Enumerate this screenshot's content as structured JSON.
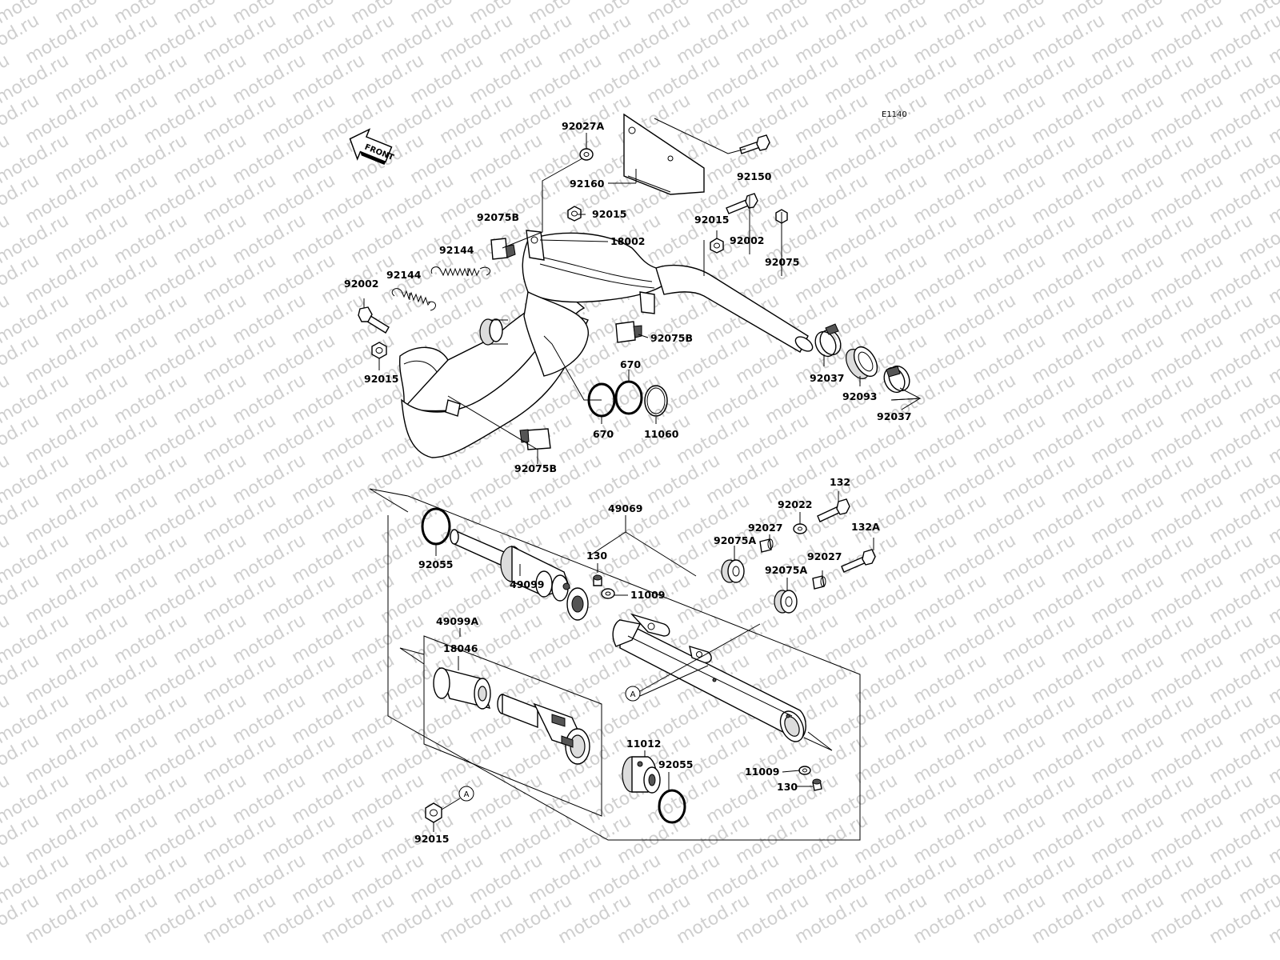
{
  "watermark": "motod.ru",
  "diagram_code": "E1140",
  "front_label": "FRONT",
  "callout_marker": "A",
  "part_labels": {
    "p92027A": "92027A",
    "p92160": "92160",
    "p92150": "92150",
    "p92075B_a": "92075B",
    "p92015_a": "92015",
    "p92144_a": "92144",
    "p92144_b": "92144",
    "p18002": "18002",
    "p92015_b": "92015",
    "p92002_a": "92002",
    "p92075": "92075",
    "p92002_b": "92002",
    "p92075B_b": "92075B",
    "p92015_c": "92015",
    "p670_a": "670",
    "p670_b": "670",
    "p11060": "11060",
    "p92037_a": "92037",
    "p92093": "92093",
    "p92037_b": "92037",
    "p92075B_c": "92075B",
    "p132": "132",
    "p49069": "49069",
    "p92022": "92022",
    "p92027_a": "92027",
    "p132A": "132A",
    "p92075A_a": "92075A",
    "p92027_b": "92027",
    "p92055_a": "92055",
    "p130_a": "130",
    "p11009_a": "11009",
    "p92075A_b": "92075A",
    "p49099": "49099",
    "p49099A": "49099A",
    "p18046": "18046",
    "p11012": "11012",
    "p92055_b": "92055",
    "p11009_b": "11009",
    "p130_b": "130",
    "p92015_d": "92015"
  }
}
